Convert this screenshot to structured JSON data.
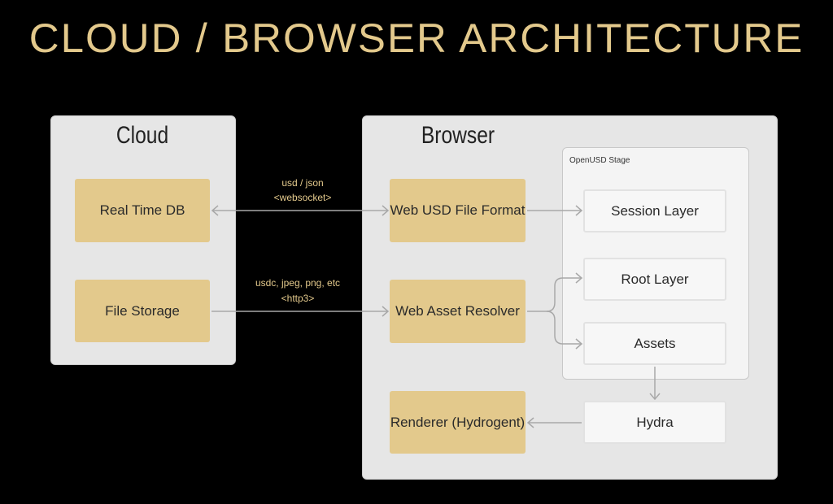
{
  "title": "CLOUD / BROWSER ARCHITECTURE",
  "cloud": {
    "title": "Cloud",
    "boxes": [
      "Real Time DB",
      "File Storage"
    ]
  },
  "browser": {
    "title": "Browser",
    "boxes": [
      "Web USD File Format",
      "Web Asset Resolver",
      "Renderer (Hydrogent)"
    ],
    "stage": {
      "label": "OpenUSD Stage",
      "layers": [
        "Session Layer",
        "Root Layer",
        "Assets"
      ]
    },
    "hydra": "Hydra"
  },
  "connections": {
    "db": {
      "line1": "usd / json",
      "line2": "<websocket>"
    },
    "storage": {
      "line1": "usdc, jpeg, png, etc",
      "line2": "<http3>"
    }
  },
  "colors": {
    "accent": "#e3c98c",
    "panel": "#e6e6e6",
    "background": "#000000"
  }
}
